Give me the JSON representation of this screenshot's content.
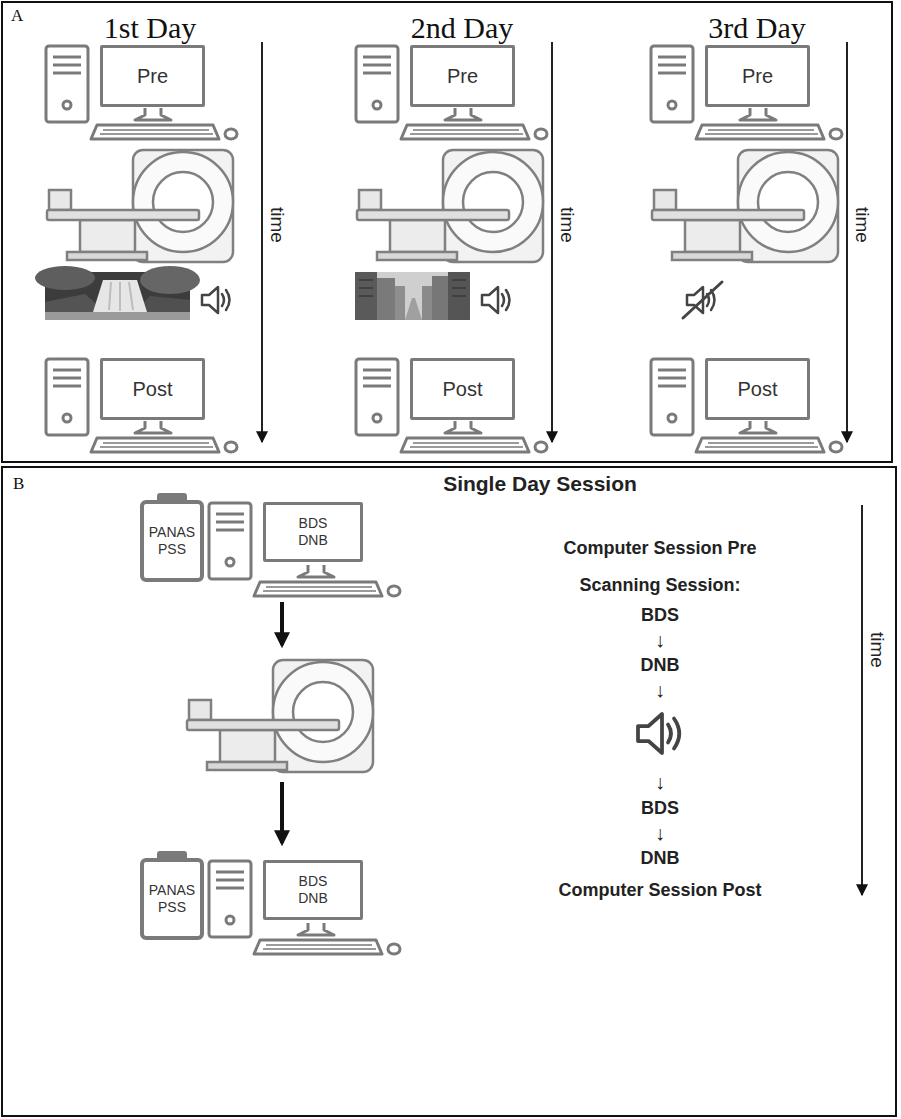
{
  "diagram": {
    "nodes": [
      {
        "text": [
          "A"
        ]
      },
      {
        "text": [
          "Pre"
        ],
        "in": 0
      },
      {
        "text": [
          "Pre"
        ],
        "in": 0
      },
      {
        "text": [
          "Pre"
        ],
        "in": 0
      },
      {
        "text": [
          "Post"
        ],
        "in": 0
      },
      {
        "text": [
          "Post"
        ],
        "in": 0
      },
      {
        "text": [
          "Post"
        ],
        "in": 0
      },
      {
        "text": [
          "B"
        ]
      },
      {
        "text": [
          "PANAS PSS"
        ],
        "in": 7
      },
      {
        "text": [
          "BDS DNB"
        ],
        "in": 7
      },
      {
        "text": [
          "PANAS PSS"
        ],
        "in": 7
      },
      {
        "text": [
          "BDS DNB"
        ],
        "in": 7
      }
    ],
    "labels": [
      "1st Day",
      "2nd Day",
      "3rd Day",
      "time",
      "time",
      "time",
      "Single Day Session",
      "Computer Session Pre",
      "Scanning Session:",
      "BDS",
      "↓",
      "DNB",
      "↓",
      "↓",
      "BDS",
      "↓",
      "DNB",
      "Computer Session Post",
      "time"
    ]
  }
}
